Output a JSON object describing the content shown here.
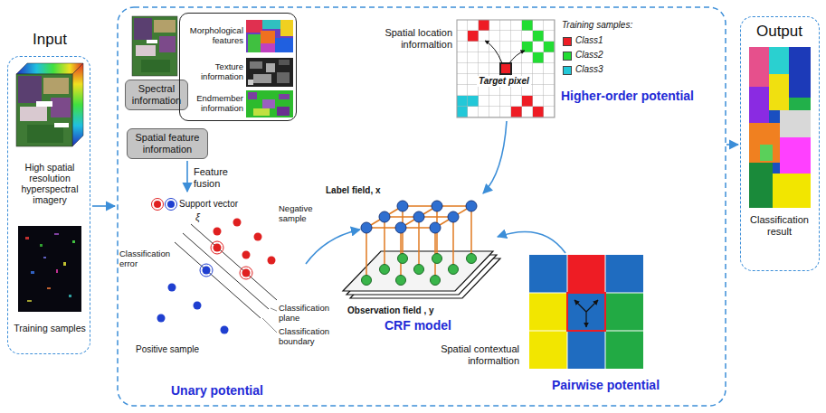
{
  "diagram": {
    "nodes": [
      {
        "text": [
          "Input",
          "High spatial resolution hyperspectral imagery",
          "Training samples"
        ]
      },
      {
        "text": [
          "Spectral information"
        ]
      },
      {
        "text": [
          "Spatial feature information"
        ]
      },
      {
        "text": [
          "Morphological features",
          "Texture information",
          "Endmember information"
        ]
      },
      {
        "text": [
          "Output",
          "Classification result"
        ]
      }
    ],
    "labels": [
      "Feature fusion",
      "Negative sample",
      "ξ",
      "Classification error",
      "Classification plane",
      "Classification boundary",
      "Positive sample",
      "Unary potential",
      "Spatial location informaltion",
      "Training samples:",
      "Target pixel",
      "Higher-order potential",
      "Label field, x",
      "Observation field , y",
      "CRF model",
      "Spatial contextual informaltion",
      "Pairwise potential"
    ],
    "legend": [
      {
        "text": "Class1",
        "color": "#ee1c24"
      },
      {
        "text": "Class2",
        "color": "#22dd33"
      },
      {
        "text": "Class3",
        "color": "#22c8d8"
      },
      {
        "text": "Support vector"
      }
    ]
  }
}
